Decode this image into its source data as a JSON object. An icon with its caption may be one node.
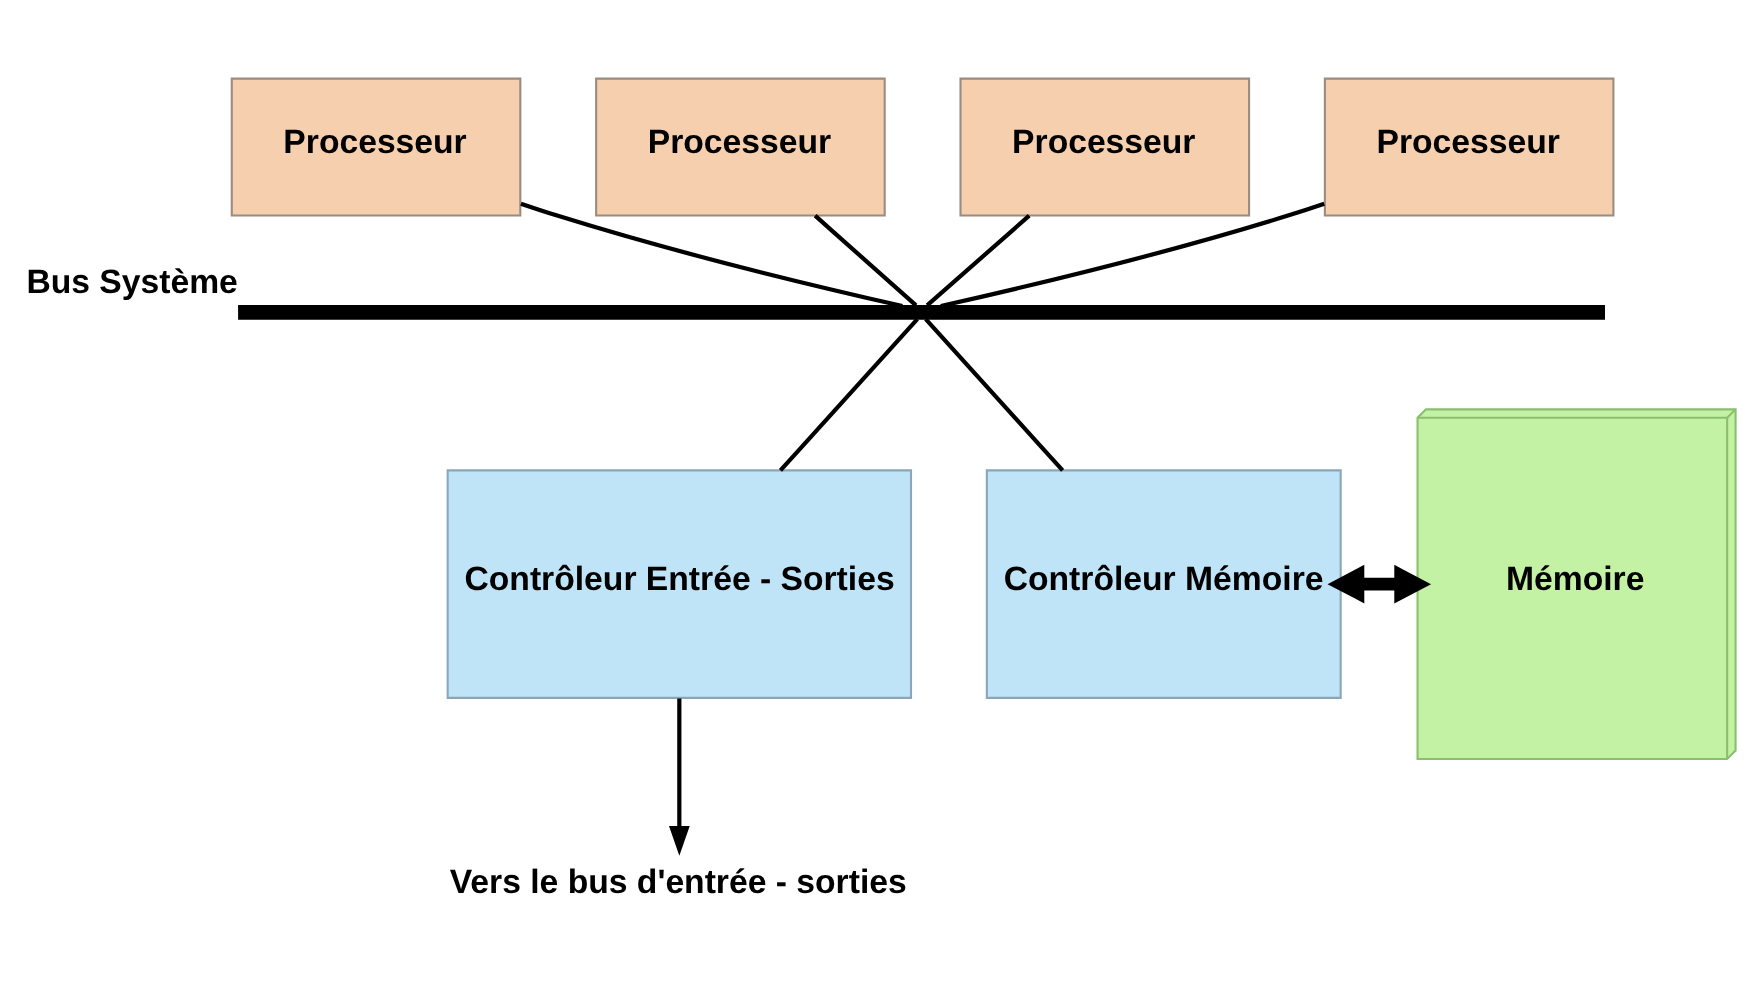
{
  "diagram": {
    "nodes": [
      {
        "text": [
          "Processeur"
        ]
      },
      {
        "text": [
          "Processeur"
        ]
      },
      {
        "text": [
          "Processeur"
        ]
      },
      {
        "text": [
          "Processeur"
        ]
      },
      {
        "text": [],
        "shape": "bar",
        "beside": [
          "Bus Système"
        ]
      },
      {
        "text": [
          "Contrôleur Entrée - Sorties"
        ]
      },
      {
        "text": [
          "Contrôleur Mémoire"
        ]
      },
      {
        "text": [
          "Mémoire"
        ]
      },
      {
        "text": [
          "Vers le bus d'entrée - sorties"
        ]
      }
    ],
    "edges": [
      {
        "from": 0,
        "to": 4,
        "arrow": "none"
      },
      {
        "from": 1,
        "to": 4,
        "arrow": "none"
      },
      {
        "from": 2,
        "to": 4,
        "arrow": "none"
      },
      {
        "from": 3,
        "to": 4,
        "arrow": "none"
      },
      {
        "from": 4,
        "to": 5,
        "arrow": "none"
      },
      {
        "from": 4,
        "to": 6,
        "arrow": "none"
      },
      {
        "from": 6,
        "to": 7,
        "arrow": "both",
        "style": "thick"
      },
      {
        "from": 5,
        "to": 8,
        "arrow": "to"
      }
    ]
  }
}
